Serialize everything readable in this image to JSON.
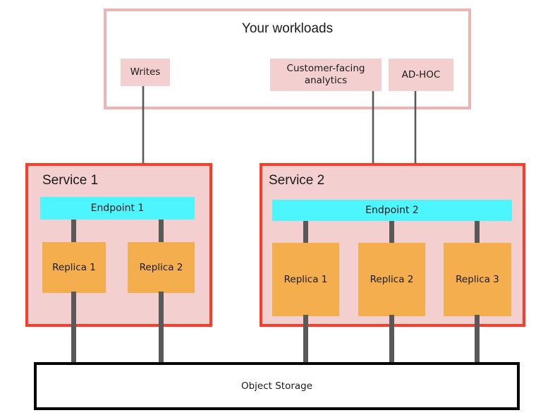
{
  "diagram": {
    "workloads": {
      "title": "Your workloads",
      "border_color": "#EDB4B4",
      "chip_color": "#F4CFCF",
      "items": [
        {
          "label": "Writes"
        },
        {
          "label": "Customer-facing analytics"
        },
        {
          "label": "AD-HOC"
        }
      ]
    },
    "services": [
      {
        "label": "Service 1",
        "border_color": "#FA3C28",
        "fill_color": "#F4CFCF",
        "endpoint": {
          "label": "Endpoint 1",
          "color": "#4DF5FF"
        },
        "replicas": [
          {
            "label": "Replica 1",
            "color": "#F5AE4E"
          },
          {
            "label": "Replica 2",
            "color": "#F5AE4E"
          }
        ]
      },
      {
        "label": "Service 2",
        "border_color": "#FA3C28",
        "fill_color": "#F4CFCF",
        "endpoint": {
          "label": "Endpoint 2",
          "color": "#4DF5FF"
        },
        "replicas": [
          {
            "label": "Replica 1",
            "color": "#F5AE4E"
          },
          {
            "label": "Replica 2",
            "color": "#F5AE4E"
          },
          {
            "label": "Replica 3",
            "color": "#F5AE4E"
          }
        ]
      }
    ],
    "storage": {
      "label": "Object Storage",
      "border_color": "#000000"
    },
    "connector_color": "#595959",
    "flows": [
      {
        "from": "Writes",
        "to": "Endpoint 1"
      },
      {
        "from": "Customer-facing analytics",
        "to": "Endpoint 2"
      },
      {
        "from": "AD-HOC",
        "to": "Endpoint 2"
      }
    ]
  }
}
